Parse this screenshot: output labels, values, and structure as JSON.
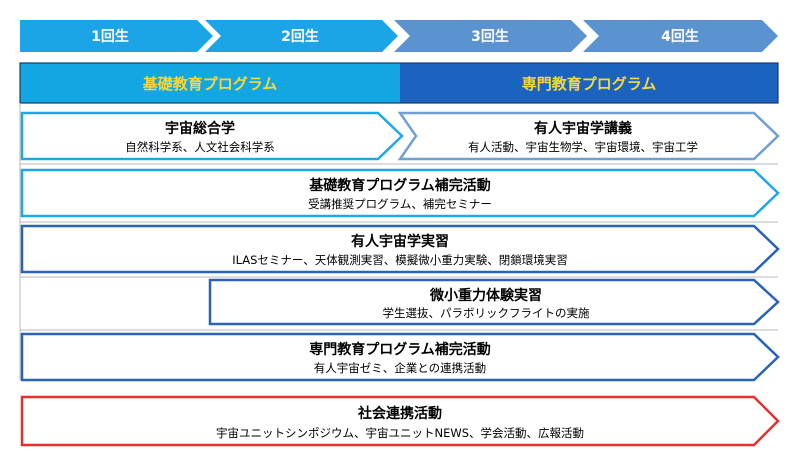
{
  "years": [
    "1回生",
    "2回生",
    "3回生",
    "4回生"
  ],
  "programs": {
    "basic": "基礎教育プログラム",
    "advanced": "専門教育プログラム"
  },
  "activities": [
    {
      "title": "宇宙総合学",
      "subtitle": "自然科学系、人文社会科学系"
    },
    {
      "title": "有人宇宙学講義",
      "subtitle": "有人活動、宇宙生物学、宇宙環境、宇宙工学"
    },
    {
      "title": "基礎教育プログラム補完活動",
      "subtitle": "受講推奨プログラム、補完セミナー"
    },
    {
      "title": "有人宇宙学実習",
      "subtitle": "ILASセミナー、天体観測実習、模擬微小重力実験、閉鎖環境実習"
    },
    {
      "title": "微小重力体験実習",
      "subtitle": "学生選抜、パラボリックフライトの実施"
    },
    {
      "title": "専門教育プログラム補完活動",
      "subtitle": "有人宇宙ゼミ、企業との連携活動"
    },
    {
      "title": "社会連携活動",
      "subtitle": "宇宙ユニットシンポジウム、宇宙ユニットNEWS、学会活動、広報活動"
    }
  ],
  "colors": {
    "year_basic": "#1ba5e6",
    "year_advanced": "#5b93d0",
    "program_basic": "#12a6e3",
    "program_advanced": "#1c63c0",
    "arrow_basic": "#20a8e6",
    "arrow_advanced": "#2a62b6",
    "arrow_light": "#6fa0cf",
    "arrow_social": "#e53030"
  }
}
